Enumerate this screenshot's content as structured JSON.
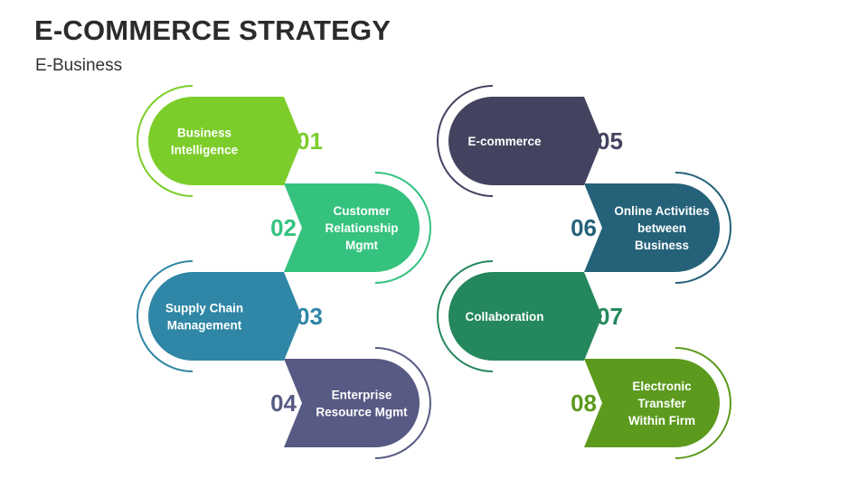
{
  "header": {
    "title": "E-COMMERCE STRATEGY",
    "subtitle": "E-Business"
  },
  "steps": [
    {
      "number": "01",
      "lines": [
        "Business",
        "Intelligence"
      ],
      "color": "#7ccd2a"
    },
    {
      "number": "02",
      "lines": [
        "Customer",
        "Relationship",
        "Mgmt"
      ],
      "color": "#35c27e"
    },
    {
      "number": "03",
      "lines": [
        "Supply Chain",
        "Management"
      ],
      "color": "#2f86a6"
    },
    {
      "number": "04",
      "lines": [
        "Enterprise",
        "Resource Mgmt"
      ],
      "color": "#575a84"
    },
    {
      "number": "05",
      "lines": [
        "E-commerce"
      ],
      "color": "#434360"
    },
    {
      "number": "06",
      "lines": [
        "Online Activities",
        "between",
        "Business"
      ],
      "color": "#25627a"
    },
    {
      "number": "07",
      "lines": [
        "Collaboration"
      ],
      "color": "#25875c"
    },
    {
      "number": "08",
      "lines": [
        "Electronic",
        "Transfer",
        "Within Firm"
      ],
      "color": "#5c9a1e"
    }
  ]
}
